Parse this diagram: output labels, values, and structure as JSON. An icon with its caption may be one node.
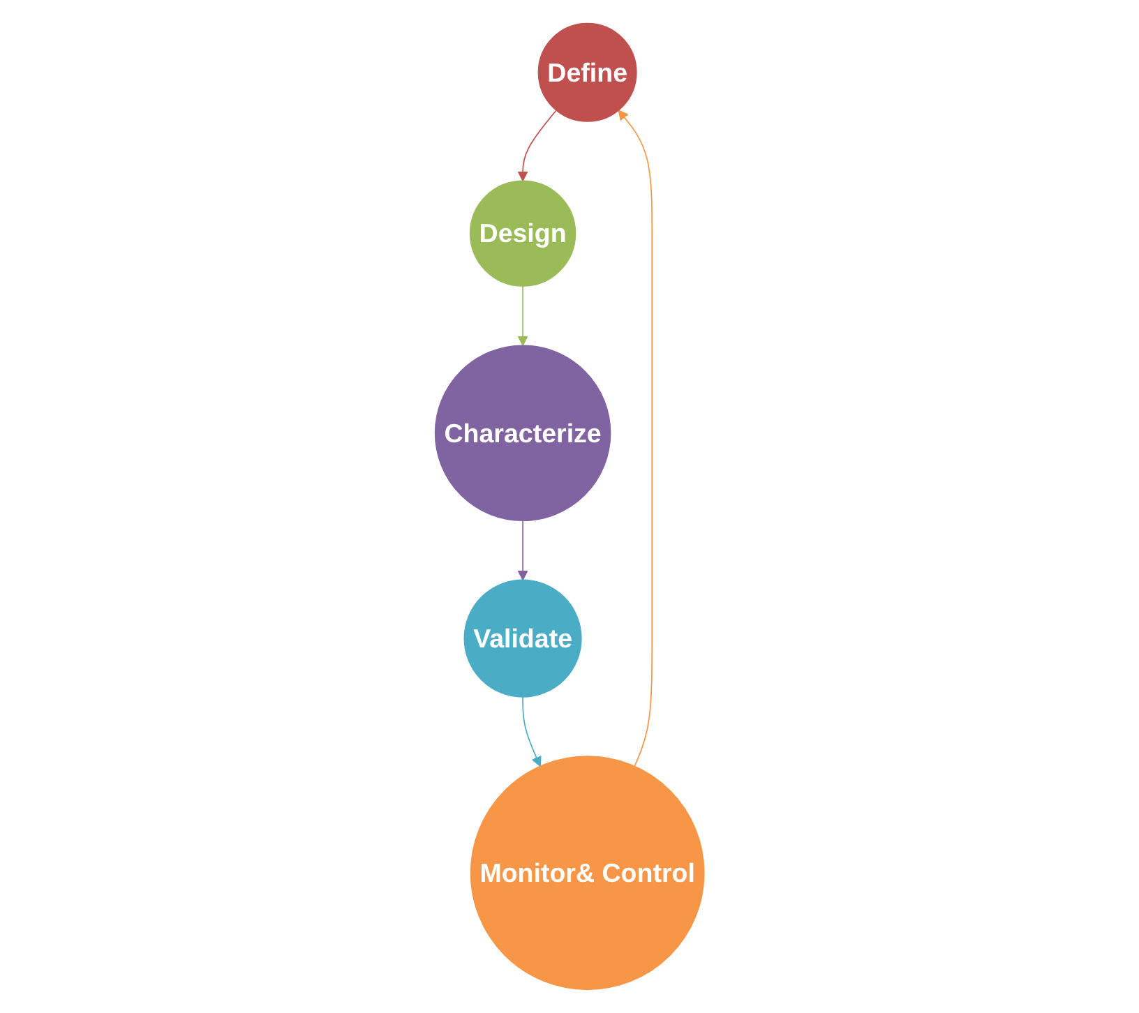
{
  "diagram": {
    "nodes": [
      {
        "text": [
          "Define"
        ]
      },
      {
        "text": [
          "Design"
        ]
      },
      {
        "text": [
          "Characterize"
        ]
      },
      {
        "text": [
          "Validate"
        ]
      },
      {
        "text": [
          "Monitor& Control"
        ]
      }
    ],
    "edges": [
      {
        "from": 0,
        "to": 1,
        "arrow": "to",
        "color": "#c0504d"
      },
      {
        "from": 1,
        "to": 2,
        "arrow": "to",
        "color": "#9bbb59"
      },
      {
        "from": 2,
        "to": 3,
        "arrow": "to",
        "color": "#8064a2"
      },
      {
        "from": 3,
        "to": 4,
        "arrow": "to",
        "color": "#4bacc6"
      },
      {
        "from": 4,
        "to": 0,
        "arrow": "to",
        "color": "#f79646"
      }
    ]
  }
}
